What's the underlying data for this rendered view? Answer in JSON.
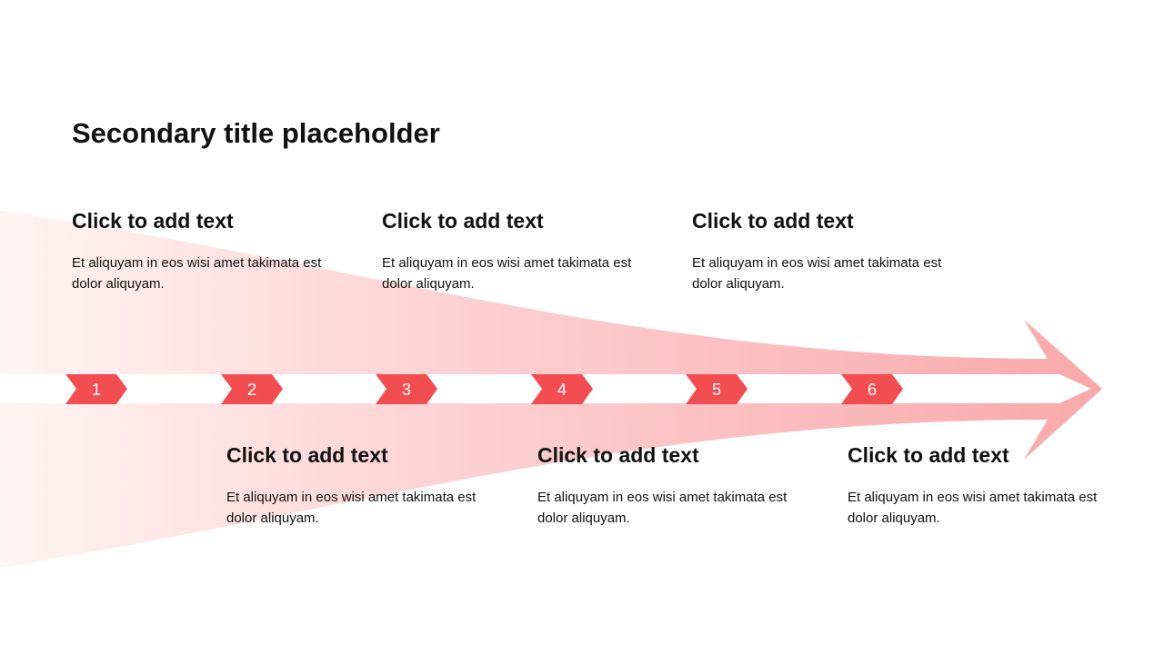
{
  "title": "Secondary title placeholder",
  "accent_color": "#f24e52",
  "arrow_color": "#f9a8aa",
  "blocks": [
    {
      "heading": "Click to add text",
      "body": "Et aliquyam in eos wisi amet takimata est dolor aliquyam."
    },
    {
      "heading": "Click to add text",
      "body": "Et aliquyam in eos wisi amet takimata est dolor aliquyam."
    },
    {
      "heading": "Click to add text",
      "body": "Et aliquyam in eos wisi amet takimata est dolor aliquyam."
    },
    {
      "heading": "Click to add text",
      "body": "Et aliquyam in eos wisi amet takimata est dolor aliquyam."
    },
    {
      "heading": "Click to add text",
      "body": "Et aliquyam in eos wisi amet takimata est dolor aliquyam."
    },
    {
      "heading": "Click to add text",
      "body": "Et aliquyam in eos wisi amet takimata est dolor aliquyam."
    }
  ],
  "markers": [
    "1",
    "2",
    "3",
    "4",
    "5",
    "6"
  ]
}
